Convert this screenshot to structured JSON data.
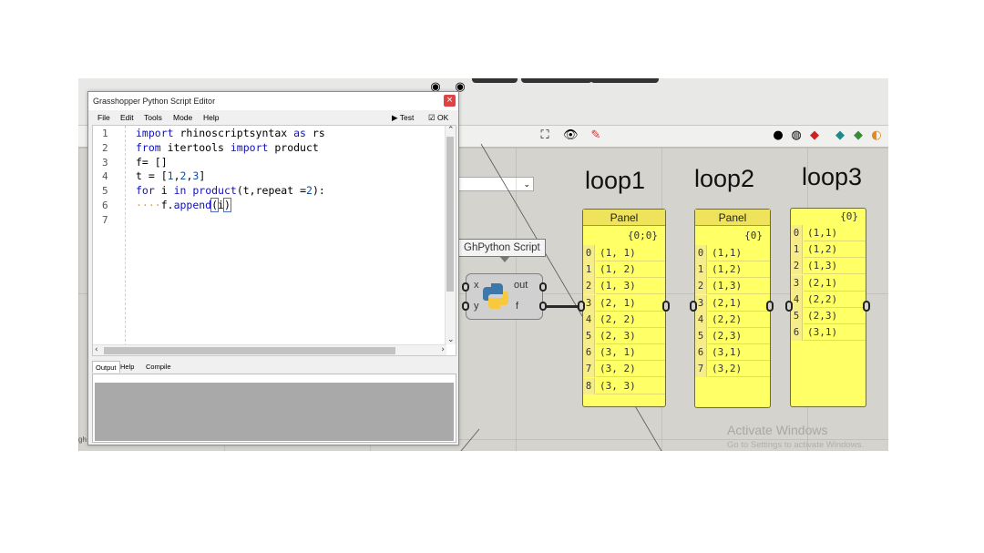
{
  "editor": {
    "title": "Grasshopper Python Script Editor",
    "close": "×",
    "menu": [
      "File",
      "Edit",
      "Tools",
      "Mode",
      "Help"
    ],
    "test_label": "Test",
    "ok_label": "OK",
    "line_numbers": [
      "1",
      "2",
      "3",
      "4",
      "5",
      "6",
      "7"
    ],
    "tabs": [
      "Output",
      "Help",
      "Compile"
    ]
  },
  "canvas": {
    "zoom_value": "%",
    "left_label": "gh"
  },
  "component": {
    "tooltip": "GhPython Script",
    "inputs": [
      "x",
      "y"
    ],
    "outputs": [
      "out",
      "f"
    ]
  },
  "panels": [
    {
      "title": "loop1",
      "header": "Panel",
      "path": "{0;0}",
      "rows": [
        {
          "i": "0",
          "v": "(1, 1)"
        },
        {
          "i": "1",
          "v": "(1, 2)"
        },
        {
          "i": "2",
          "v": "(1, 3)"
        },
        {
          "i": "3",
          "v": "(2, 1)"
        },
        {
          "i": "4",
          "v": "(2, 2)"
        },
        {
          "i": "5",
          "v": "(2, 3)"
        },
        {
          "i": "6",
          "v": "(3, 1)"
        },
        {
          "i": "7",
          "v": "(3, 2)"
        },
        {
          "i": "8",
          "v": "(3, 3)"
        }
      ]
    },
    {
      "title": "loop2",
      "header": "Panel",
      "path": "{0}",
      "rows": [
        {
          "i": "0",
          "v": "(1,1)"
        },
        {
          "i": "1",
          "v": "(1,2)"
        },
        {
          "i": "2",
          "v": "(1,3)"
        },
        {
          "i": "3",
          "v": "(2,1)"
        },
        {
          "i": "4",
          "v": "(2,2)"
        },
        {
          "i": "5",
          "v": "(2,3)"
        },
        {
          "i": "6",
          "v": "(3,1)"
        },
        {
          "i": "7",
          "v": "(3,2)"
        }
      ]
    },
    {
      "title": "loop3",
      "header": "",
      "path": "{0}",
      "rows": [
        {
          "i": "0",
          "v": "(1,1)"
        },
        {
          "i": "1",
          "v": "(1,2)"
        },
        {
          "i": "2",
          "v": "(1,3)"
        },
        {
          "i": "3",
          "v": "(2,1)"
        },
        {
          "i": "4",
          "v": "(2,2)"
        },
        {
          "i": "5",
          "v": "(2,3)"
        },
        {
          "i": "6",
          "v": "(3,1)"
        }
      ]
    }
  ],
  "watermark": {
    "line1": "Activate Windows",
    "line2": "Go to Settings to activate Windows."
  }
}
